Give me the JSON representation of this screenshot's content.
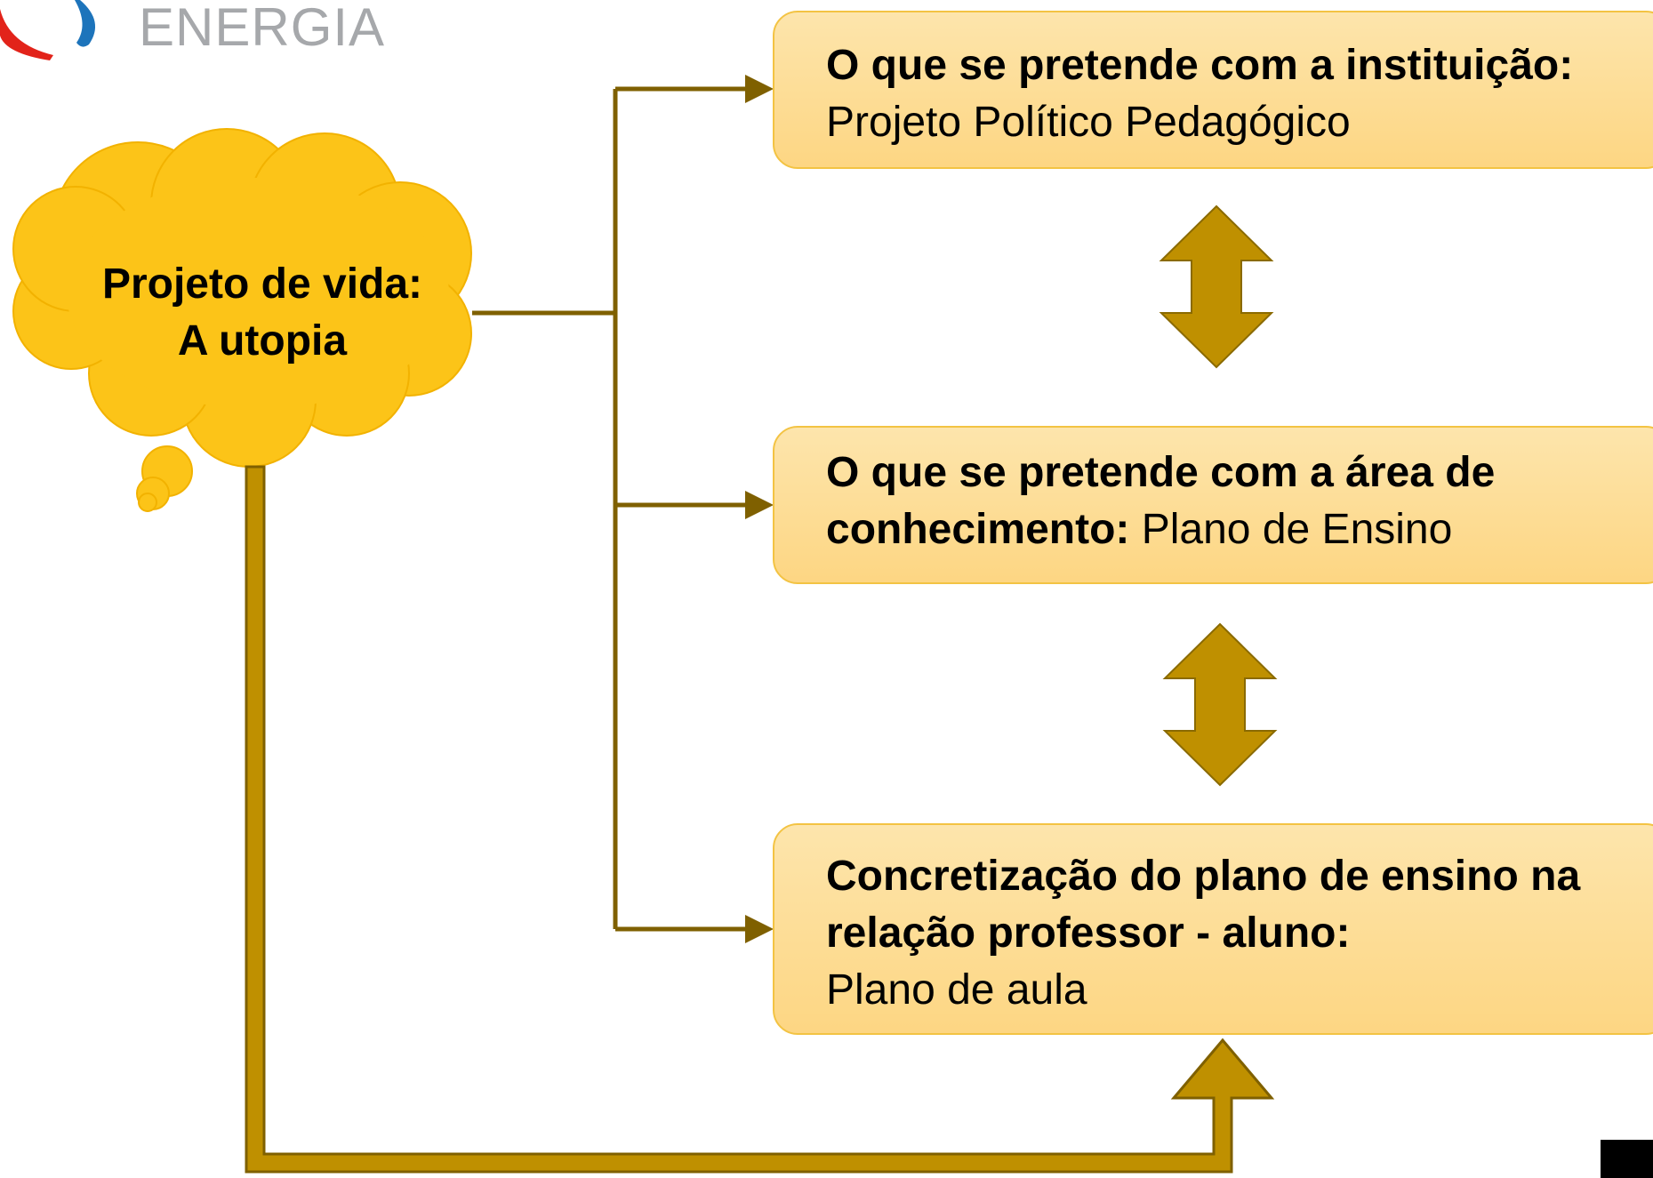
{
  "logo": {
    "wordmark": "ENERGIA",
    "mark_colors": [
      "#e2231a",
      "#1d74bb"
    ]
  },
  "cloud": {
    "line1": "Projeto de vida:",
    "line2": "A utopia",
    "fill_color": "#fcc418"
  },
  "boxes": [
    {
      "bold": "O que se pretende com a instituição:",
      "normal": "Projeto Político Pedagógico"
    },
    {
      "bold": "O que se pretende com a área de conhecimento:",
      "normal": "Plano de Ensino"
    },
    {
      "bold": "Concretização do plano de ensino na relação professor - aluno:",
      "normal": "Plano de aula"
    }
  ],
  "colors": {
    "connector": "#7f6000",
    "arrow_fill": "#bf9000",
    "box_fill": "#fddc90",
    "box_border": "#f3c343"
  }
}
